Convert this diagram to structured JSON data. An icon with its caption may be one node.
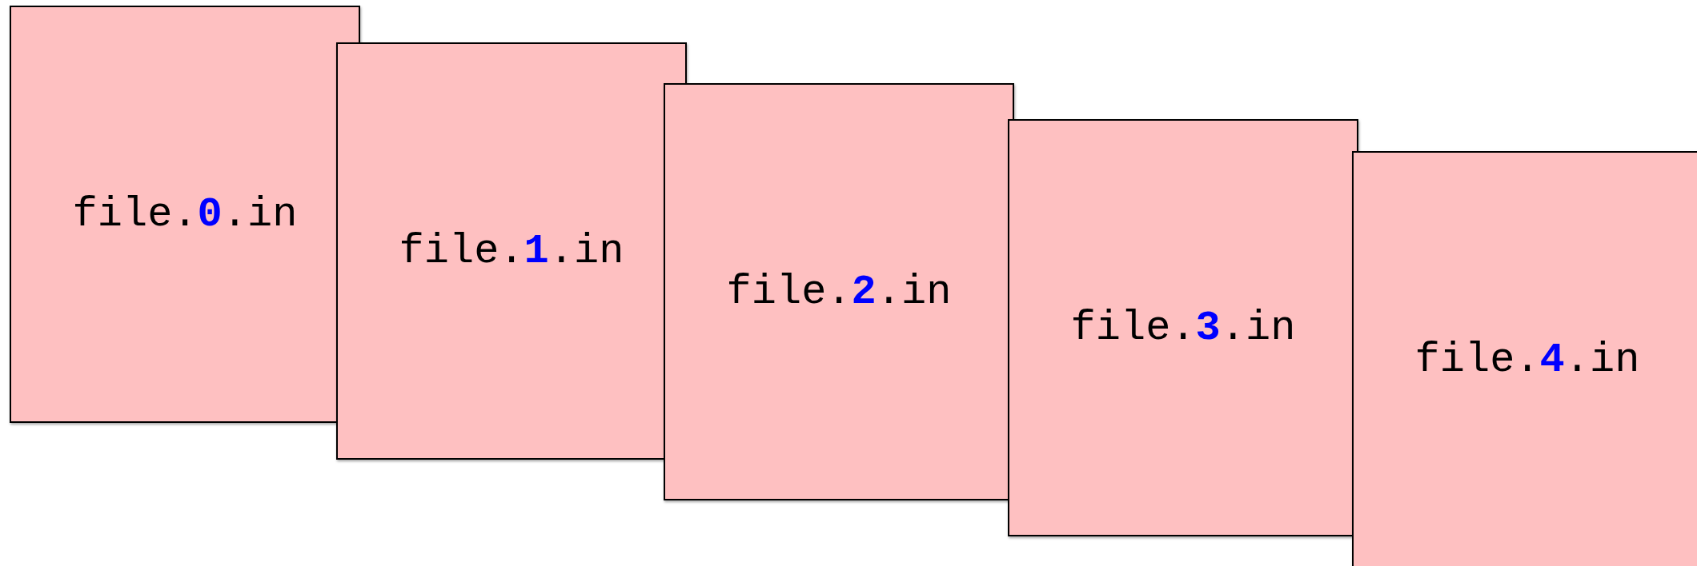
{
  "diagram": {
    "nodes": [
      {
        "text": [
          "file.**0**.in"
        ]
      },
      {
        "text": [
          "file.**1**.in"
        ]
      },
      {
        "text": [
          "file.**2**.in"
        ]
      },
      {
        "text": [
          "file.**3**.in"
        ]
      },
      {
        "text": [
          "file.**4**.in"
        ]
      }
    ]
  }
}
